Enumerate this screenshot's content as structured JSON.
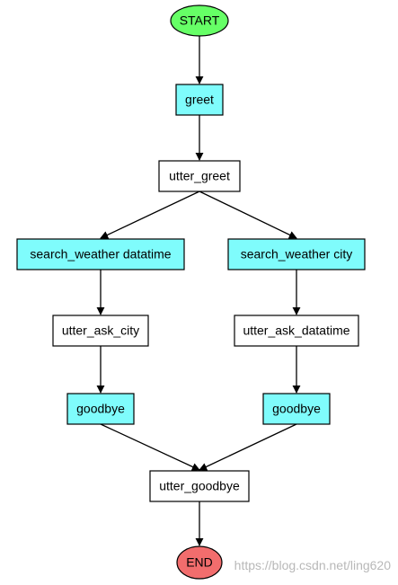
{
  "diagram": {
    "colors": {
      "start_fill": "#66ff66",
      "end_fill": "#f26d6d",
      "intent_fill": "#7ffcfc",
      "action_fill": "#ffffff",
      "edge_color": "#000000"
    },
    "nodes": {
      "start": {
        "label": "START",
        "kind": "start"
      },
      "greet": {
        "label": "greet",
        "kind": "intent"
      },
      "utter_greet": {
        "label": "utter_greet",
        "kind": "action"
      },
      "search_weather_datatime": {
        "label": "search_weather datatime",
        "kind": "intent"
      },
      "search_weather_city": {
        "label": "search_weather city",
        "kind": "intent"
      },
      "utter_ask_city": {
        "label": "utter_ask_city",
        "kind": "action"
      },
      "utter_ask_datatime": {
        "label": "utter_ask_datatime",
        "kind": "action"
      },
      "goodbye_left": {
        "label": "goodbye",
        "kind": "intent"
      },
      "goodbye_right": {
        "label": "goodbye",
        "kind": "intent"
      },
      "utter_goodbye": {
        "label": "utter_goodbye",
        "kind": "action"
      },
      "end": {
        "label": "END",
        "kind": "end"
      }
    },
    "edges": [
      {
        "from": "start",
        "to": "greet"
      },
      {
        "from": "greet",
        "to": "utter_greet"
      },
      {
        "from": "utter_greet",
        "to": "search_weather_datatime"
      },
      {
        "from": "utter_greet",
        "to": "search_weather_city"
      },
      {
        "from": "search_weather_datatime",
        "to": "utter_ask_city"
      },
      {
        "from": "search_weather_city",
        "to": "utter_ask_datatime"
      },
      {
        "from": "utter_ask_city",
        "to": "goodbye_left"
      },
      {
        "from": "utter_ask_datatime",
        "to": "goodbye_right"
      },
      {
        "from": "goodbye_left",
        "to": "utter_goodbye"
      },
      {
        "from": "goodbye_right",
        "to": "utter_goodbye"
      },
      {
        "from": "utter_goodbye",
        "to": "end"
      }
    ]
  },
  "watermark": "https://blog.csdn.net/ling620"
}
